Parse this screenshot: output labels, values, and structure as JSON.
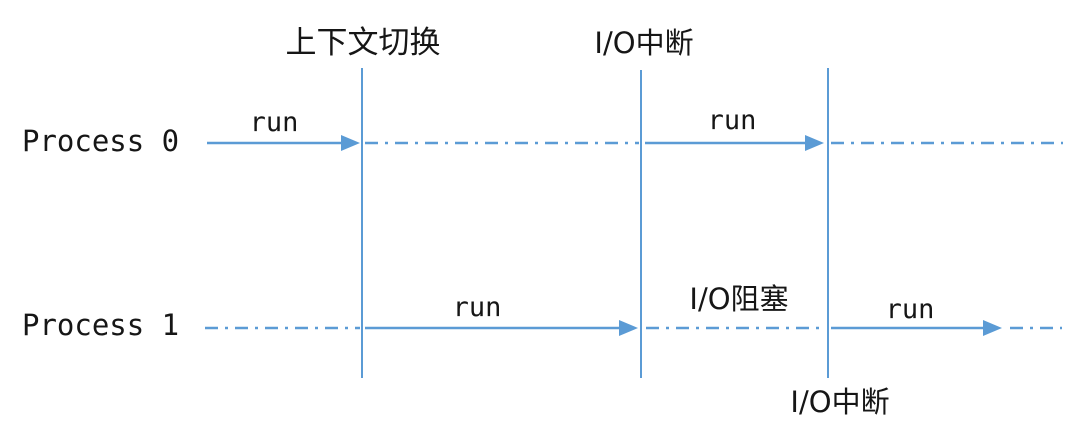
{
  "diagram": {
    "line_color": "#5B9BD5",
    "text_color": "#161616",
    "processes": [
      {
        "label": "Process 0"
      },
      {
        "label": "Process 1"
      }
    ],
    "events": {
      "context_switch": "上下文切换",
      "io_interrupt_top": "I/O中断",
      "io_blocking": "I/O阻塞",
      "io_interrupt_bottom": "I/O中断"
    },
    "run_labels": {
      "p0_first": "run",
      "p0_second": "run",
      "p1_first": "run",
      "p1_second": "run"
    }
  }
}
